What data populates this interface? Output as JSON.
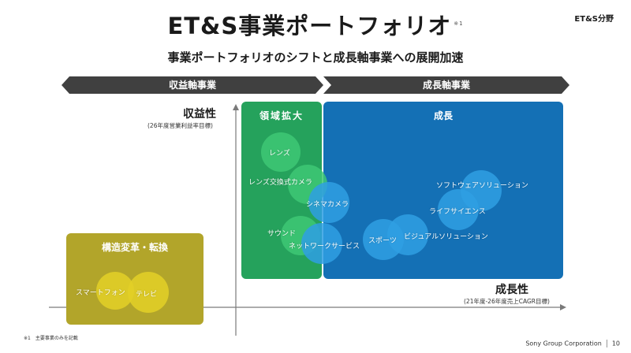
{
  "header": {
    "title": "ET&S事業ポートフォリオ",
    "title_note": "※1",
    "segment_tag": "ET&S分野",
    "subtitle": "事業ポートフォリオのシフトと成長軸事業への展開加速"
  },
  "banners": {
    "left": "収益軸事業",
    "right": "成長軸事業"
  },
  "axes": {
    "y_label": "収益性",
    "y_sub": "(26年度営業利益率目標)",
    "x_label": "成長性",
    "x_sub": "(21年度-26年度売上CAGR目標)"
  },
  "panels": {
    "restructure": {
      "title": "構造変革・転換",
      "color": "#b2a52a"
    },
    "expand": {
      "title": "領域拡大",
      "color": "#25a25c"
    },
    "growth": {
      "title": "成長",
      "color": "#1470b5"
    }
  },
  "businesses": {
    "lens": "レンズ",
    "ilc": "レンズ交換式カメラ",
    "cinema": "シネマカメラ",
    "sound": "サウンド",
    "network": "ネットワークサービス",
    "sports": "スポーツ",
    "visual": "ビジュアルソリューション",
    "software": "ソフトウェアソリューション",
    "life": "ライフサイエンス",
    "smartphone": "スマートフォン",
    "tv": "テレビ"
  },
  "footer": {
    "footnote": "※1　主要事業のみを記載",
    "company": "Sony Group Corporation",
    "page": "10"
  },
  "colors": {
    "banner": "#404040",
    "axis": "#7a7a7a",
    "circle_yellow": "#e3d027",
    "circle_green": "#3ec874",
    "circle_blue": "#2f9fe3"
  }
}
